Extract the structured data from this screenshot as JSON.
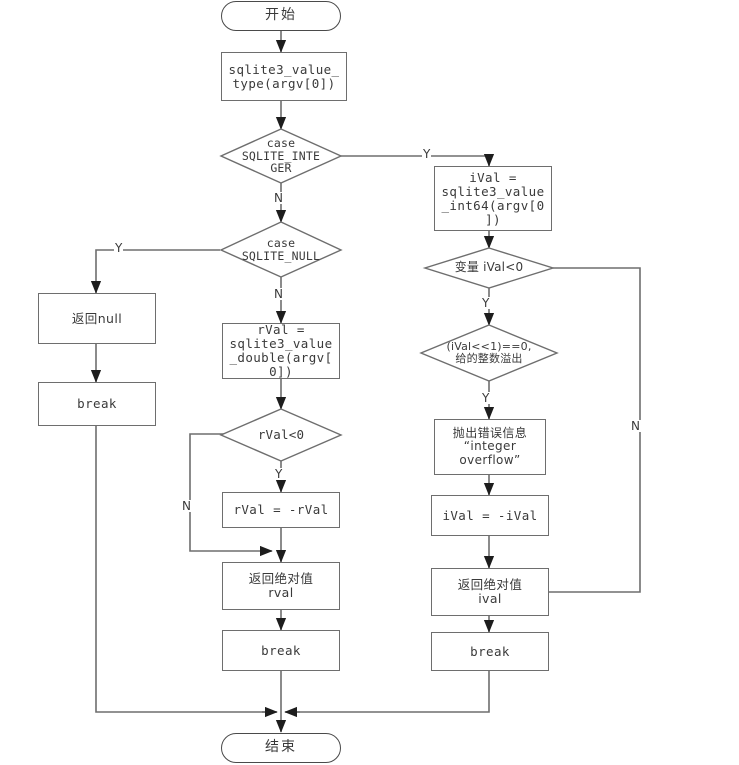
{
  "diagram": {
    "title": "sqlite3 abs() function flowchart",
    "stroke_color": "#6e6e6e",
    "text_color": "#3a3a3a",
    "background": "#ffffff"
  },
  "nodes": {
    "start": {
      "label": "开始",
      "shape": "terminator"
    },
    "value_type": {
      "label": "sqlite3_value_\ntype(argv[0])",
      "shape": "process"
    },
    "case_integer": {
      "label": "case\nSQLITE_INTE\nGER",
      "shape": "decision"
    },
    "value_int64": {
      "label": "iVal =\nsqlite3_value\n_int64(argv[0\n])",
      "shape": "process"
    },
    "ival_lt_zero": {
      "label": "变量 iVal<0",
      "shape": "decision"
    },
    "overflow_check": {
      "label": "(iVal<<1)==0,\n给的整数溢出",
      "shape": "decision"
    },
    "throw_error": {
      "label": "抛出错误信息\n“integer\noverflow”",
      "shape": "process"
    },
    "ival_negate": {
      "label": "iVal = -iVal",
      "shape": "process"
    },
    "return_abs_ival": {
      "label": "返回绝对值\nival",
      "shape": "process"
    },
    "break_integer": {
      "label": "break",
      "shape": "process"
    },
    "case_null": {
      "label": "case\nSQLITE_NULL",
      "shape": "decision"
    },
    "return_null": {
      "label": "返回null",
      "shape": "process"
    },
    "break_null": {
      "label": "break",
      "shape": "process"
    },
    "value_double": {
      "label": "rVal =\nsqlite3_value\n_double(argv[\n0])",
      "shape": "process"
    },
    "rval_lt_zero": {
      "label": "rVal<0",
      "shape": "decision"
    },
    "rval_negate": {
      "label": "rVal = -rVal",
      "shape": "process"
    },
    "return_abs_rval": {
      "label": "返回绝对值\nrval",
      "shape": "process"
    },
    "break_double": {
      "label": "break",
      "shape": "process"
    },
    "end": {
      "label": "结束",
      "shape": "terminator"
    }
  },
  "edge_labels": {
    "integer_yes": "Y",
    "integer_no": "N",
    "null_yes": "Y",
    "null_no": "N",
    "ival_lt_zero_yes": "Y",
    "ival_lt_zero_no": "N",
    "overflow_yes": "Y",
    "rval_lt_zero_yes": "Y",
    "rval_lt_zero_no": "N"
  }
}
